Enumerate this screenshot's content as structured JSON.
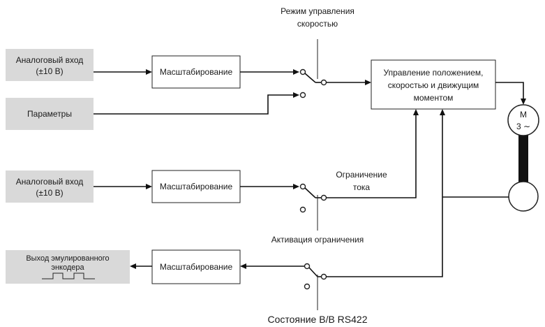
{
  "inputs": {
    "analog_1": {
      "line1": "Аналоговый вход",
      "line2": "(±10 В)"
    },
    "parameters": "Параметры",
    "analog_2": {
      "line1": "Аналоговый вход",
      "line2": "(±10 В)"
    },
    "encoder_output": {
      "line1": "Выход эмулированного",
      "line2": "энкодера"
    }
  },
  "blocks": {
    "scaling_1": "Масштабирование",
    "scaling_2": "Масштабирование",
    "scaling_3": "Масштабирование",
    "controller": {
      "line1": "Управление положением,",
      "line2": "скоростью и движущим",
      "line3": "моментом"
    }
  },
  "motor": {
    "letter": "M",
    "phase": "3 ∼"
  },
  "labels": {
    "speed_mode": {
      "line1": "Режим управления",
      "line2": "скоростью"
    },
    "current_limit": {
      "line1": "Ограничение",
      "line2": "тока"
    },
    "limit_activation": "Активация ограничения",
    "rs422_state": "Состояние В/В RS422"
  }
}
